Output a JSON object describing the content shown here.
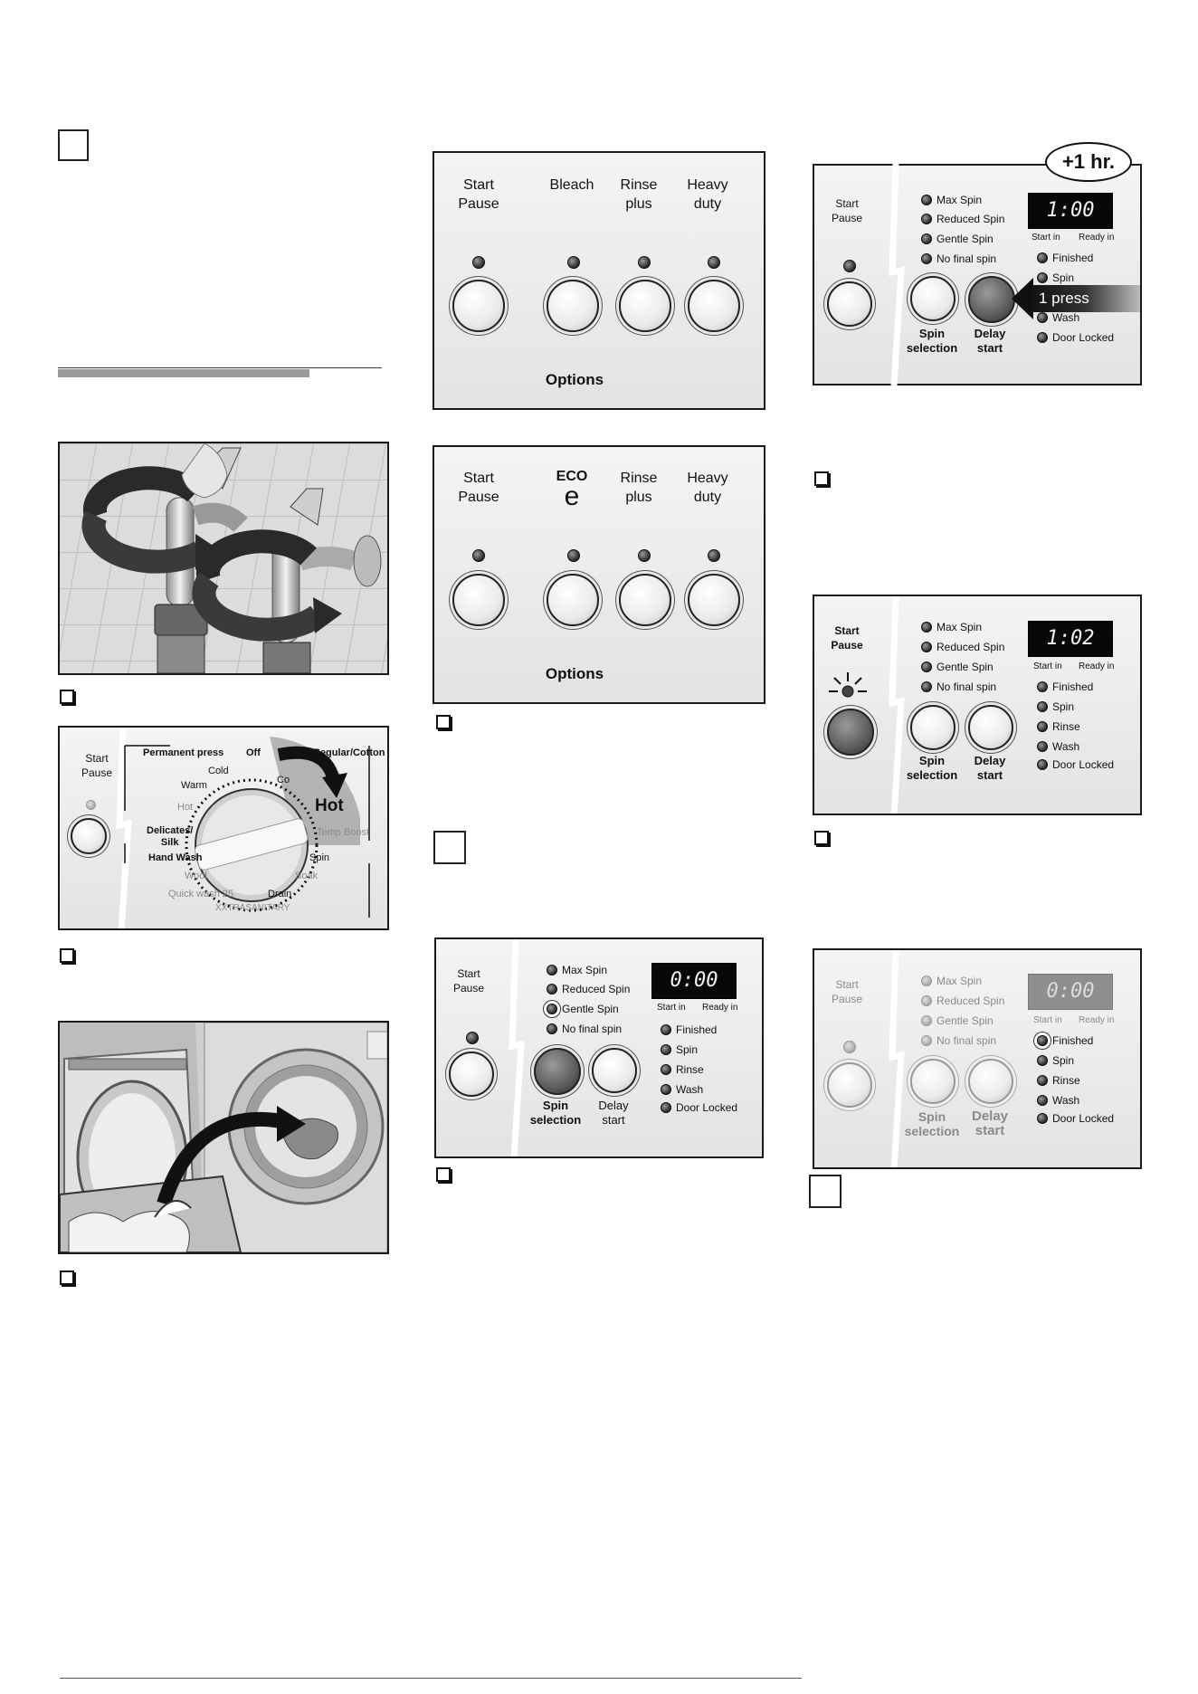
{
  "panel_options": {
    "start_pause": [
      "Start",
      "Pause"
    ],
    "bleach": "Bleach",
    "rinse_plus": [
      "Rinse",
      "plus"
    ],
    "heavy_duty": [
      "Heavy",
      "duty"
    ],
    "options": "Options"
  },
  "panel_eco": {
    "start_pause": [
      "Start",
      "Pause"
    ],
    "eco": "ECO",
    "eco_symbol": "e",
    "rinse_plus": [
      "Rinse",
      "plus"
    ],
    "heavy_duty": [
      "Heavy",
      "duty"
    ],
    "options": "Options"
  },
  "dial": {
    "start_pause": [
      "Start",
      "Pause"
    ],
    "permanent_press": "Permanent press",
    "off": "Off",
    "regular_cotton": "Regular/Cotton",
    "cold": "Cold",
    "cool": "Co",
    "warm": "Warm",
    "hot_left": "Hot",
    "hot": "Hot",
    "delicates": [
      "Delicates/",
      "Silk"
    ],
    "hand_wash": "Hand Wash",
    "temp_boost": "Temp Boost",
    "spin": "Spin",
    "wool": "Wool",
    "soak": "Soak",
    "quick_wash": "Quick wash 25",
    "drain": "Drain",
    "xxtrasanitary": "XXTRASANITARY"
  },
  "control": {
    "start_pause": [
      "Start",
      "Pause"
    ],
    "spin_options": [
      "Max Spin",
      "Reduced Spin",
      "Gentle Spin",
      "No final spin"
    ],
    "start_in": "Start in",
    "ready_in": "Ready in",
    "status": [
      "Finished",
      "Spin",
      "Rinse",
      "Wash",
      "Door Locked"
    ],
    "spin_selection": [
      "Spin",
      "selection"
    ],
    "delay_start": [
      "Delay",
      "start"
    ]
  },
  "displays": {
    "spin_panel": "0:00",
    "delay_panel": "1:00",
    "running_panel": "1:02",
    "finished_panel": "0:00"
  },
  "callouts": {
    "plus_one_hr": "+1 hr.",
    "one_press": "1 press"
  }
}
